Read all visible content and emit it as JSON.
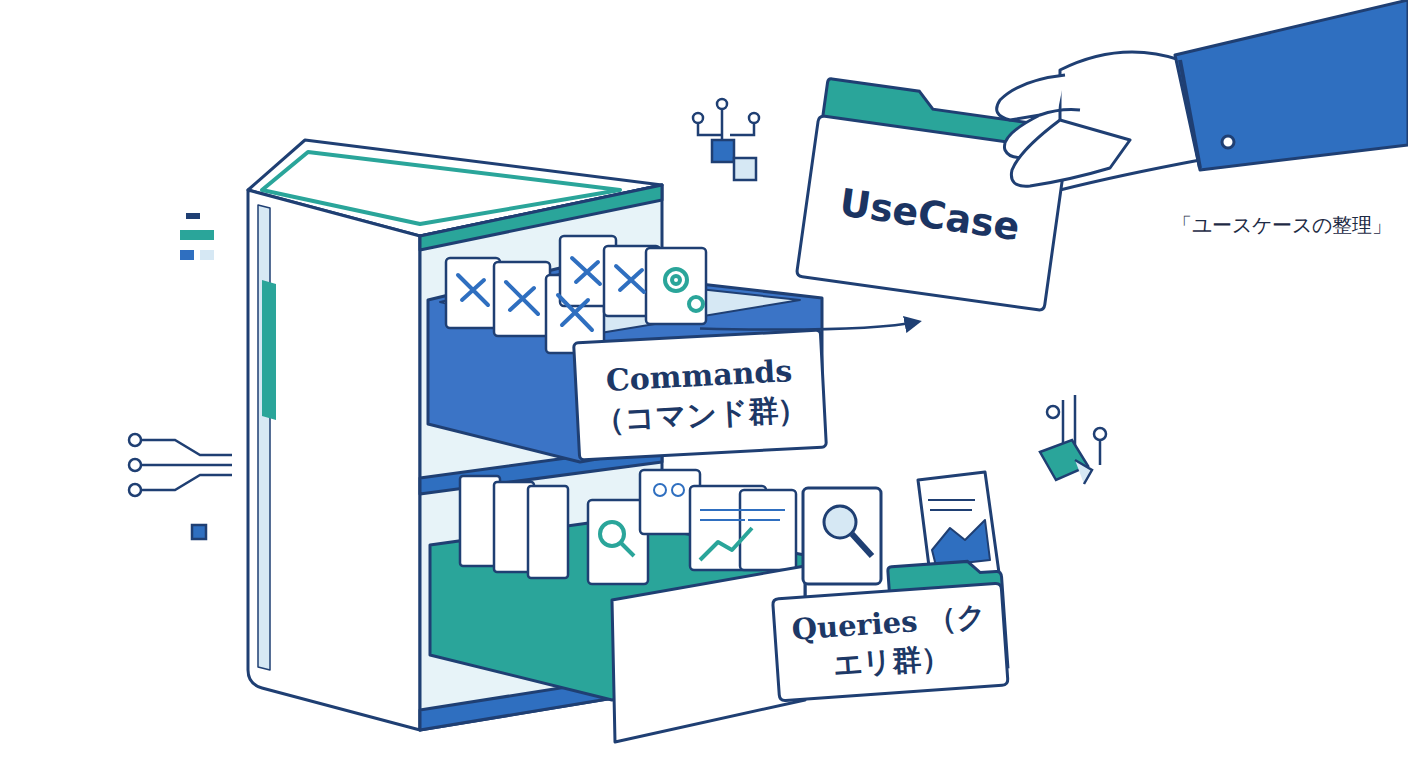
{
  "diagram": {
    "nodes": [
      {
        "text": [
          "Commands （コマンド群）"
        ]
      },
      {
        "text": [
          "UseCase"
        ]
      },
      {
        "text": [
          "Queries （クエリ群）"
        ]
      }
    ],
    "edges": [
      {
        "from": 0,
        "to": 1,
        "arrow": "to"
      }
    ],
    "labels": [
      "「ユースケースの整理」"
    ]
  }
}
